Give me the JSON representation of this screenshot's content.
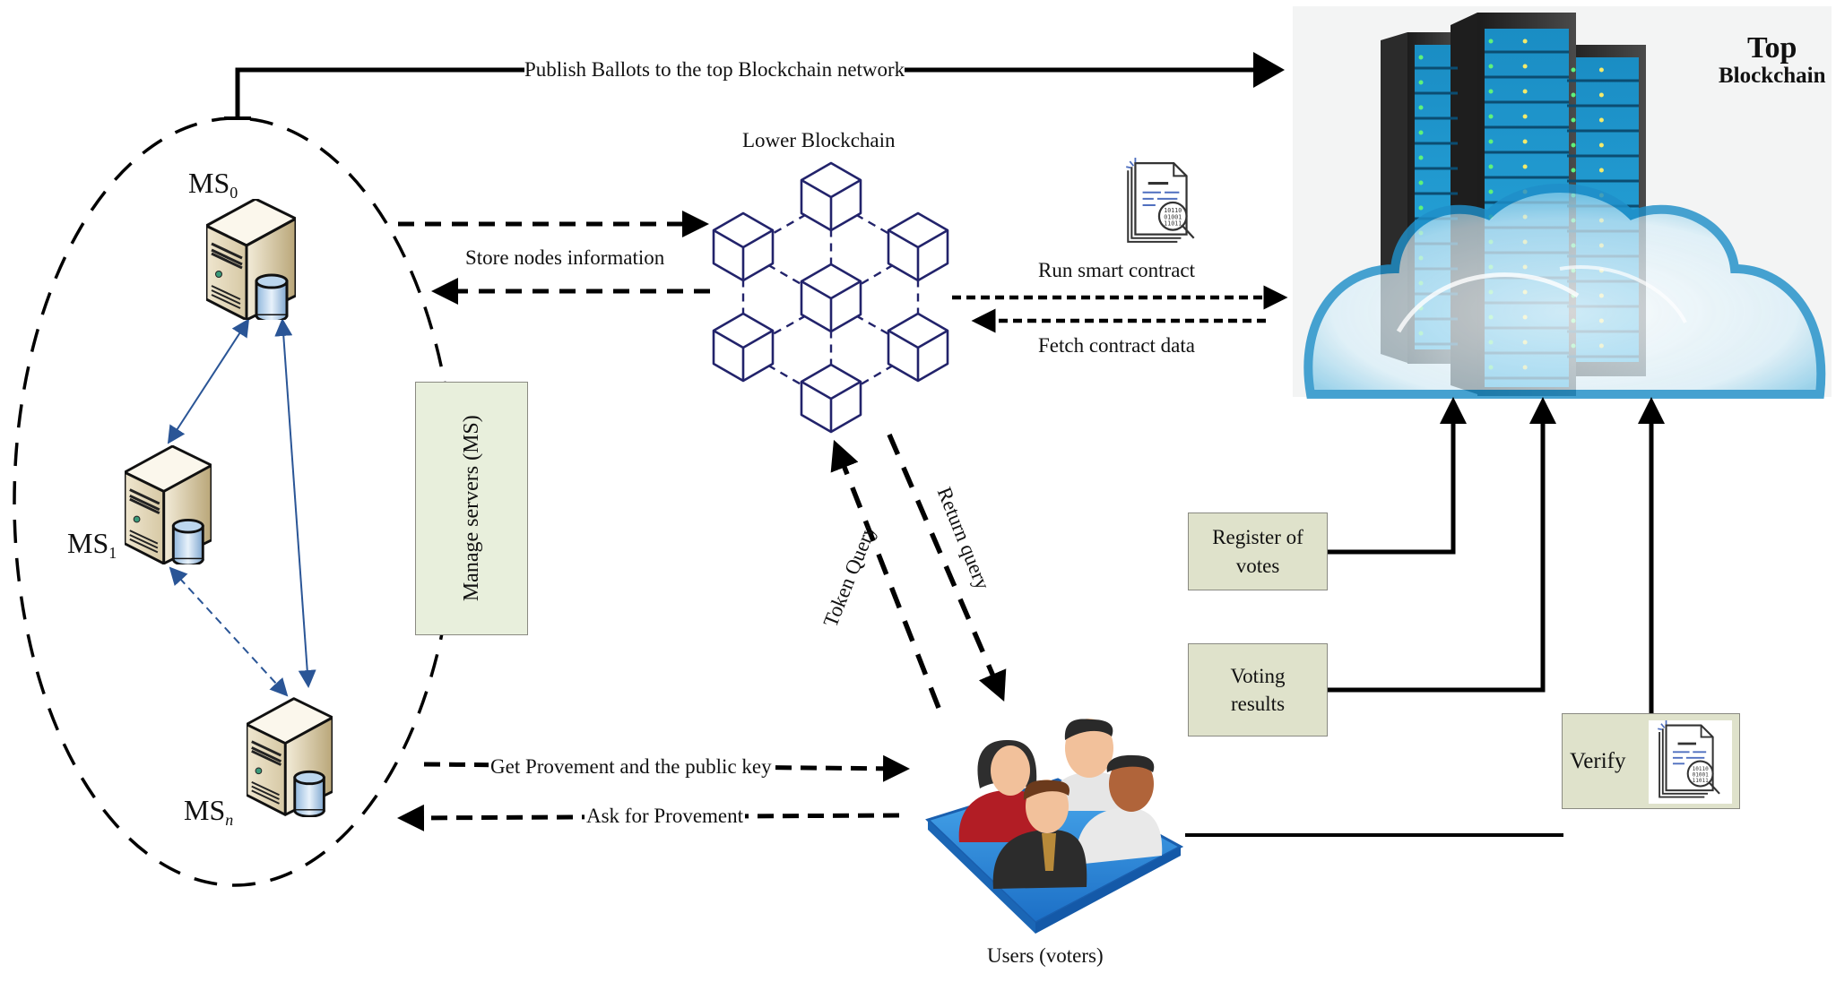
{
  "figure": {
    "top_blockchain": {
      "line1": "Top",
      "line2": "Blockchain"
    },
    "lower_blockchain_title": "Lower Blockchain",
    "manage_servers_label": "Manage servers (MS)",
    "servers": [
      {
        "name": "MS",
        "subscript": "0"
      },
      {
        "name": "MS",
        "subscript": "1"
      },
      {
        "name": "MS",
        "subscript": "n"
      }
    ],
    "arrows": {
      "publish": "Publish Ballots to the top Blockchain network",
      "store_nodes": "Store nodes information",
      "run_contract": "Run smart contract",
      "fetch_contract": "Fetch contract data",
      "token_query": "Token Query",
      "return_query": "Return query",
      "get_provement": "Get Provement and the public key",
      "ask_provement": "Ask for Provement"
    },
    "boxes": {
      "register": "Register of votes",
      "voting_results": "Voting results",
      "verify": "Verify"
    },
    "users_label": "Users (voters)",
    "icons": {
      "server": "server-tower-with-database-icon",
      "blockchain": "blockchain-cube-network-icon",
      "contract": "smart-contract-document-icon",
      "cloud_servers": "cloud-server-racks-icon",
      "users": "user-group-icon"
    },
    "colors": {
      "line": "#000000",
      "server_link": "#2a5596",
      "cube_stroke": "#22236b",
      "manage_box_fill": "#e8efdc",
      "result_box_fill": "#dfe2cb",
      "cloud_blue": "#1f8fc9"
    }
  }
}
